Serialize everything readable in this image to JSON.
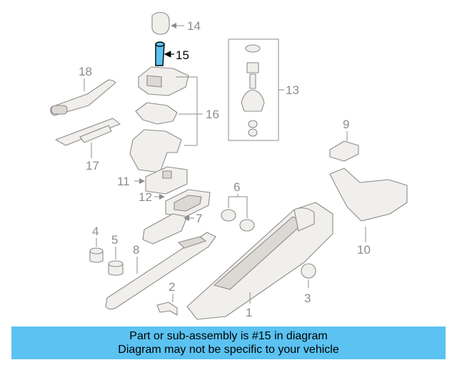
{
  "diagram": {
    "callouts": [
      "1",
      "2",
      "3",
      "4",
      "5",
      "6",
      "7",
      "8",
      "9",
      "10",
      "11",
      "12",
      "13",
      "14",
      "15",
      "16",
      "17",
      "18"
    ],
    "highlight_color": "#5bc2f2",
    "highlighted_part": "15"
  },
  "banner": {
    "line1": "Part or sub-assembly is #15 in diagram",
    "line2": "Diagram may not be specific to your vehicle"
  }
}
